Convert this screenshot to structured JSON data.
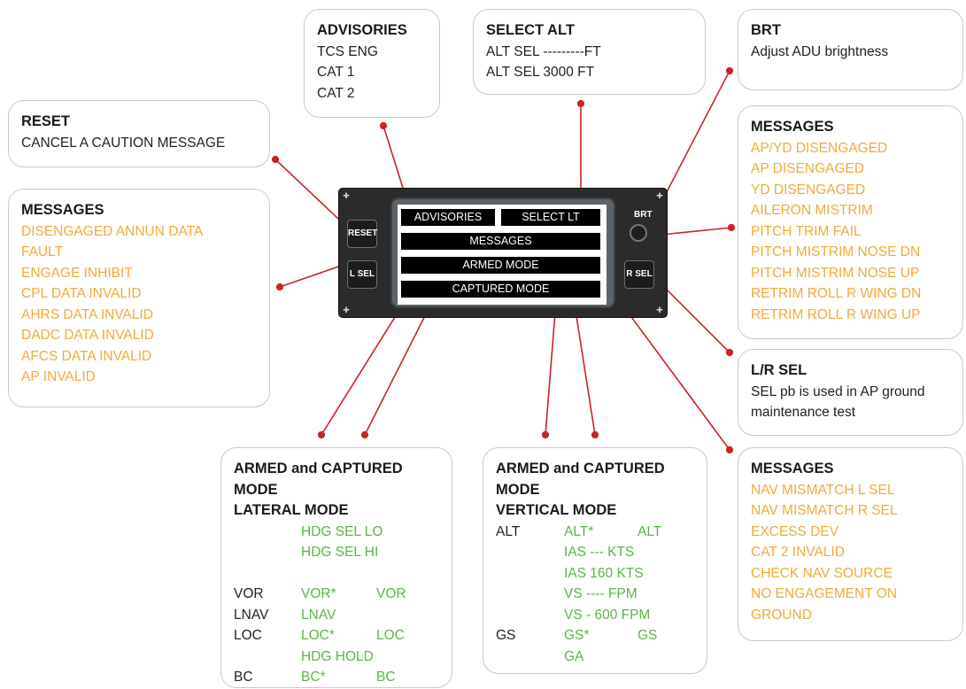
{
  "advisories": {
    "title": "ADVISORIES",
    "lines": [
      "TCS ENG",
      "CAT 1",
      "CAT 2"
    ]
  },
  "select_alt": {
    "title": "SELECT ALT",
    "lines": [
      "ALT SEL ---------FT",
      "ALT SEL 3000 FT"
    ]
  },
  "brt": {
    "title": "BRT",
    "desc": "Adjust ADU brightness"
  },
  "reset": {
    "title": "RESET",
    "desc": "CANCEL A CAUTION MESSAGE"
  },
  "messages_left": {
    "title": "MESSAGES",
    "lines": [
      "DISENGAGED ANNUN DATA",
      "FAULT",
      "ENGAGE INHIBIT",
      "CPL DATA INVALID",
      "AHRS DATA INVALID",
      "DADC DATA INVALID",
      "AFCS DATA INVALID",
      "AP INVALID"
    ]
  },
  "messages_right": {
    "title": "MESSAGES",
    "lines": [
      "AP/YD DISENGAGED",
      "AP DISENGAGED",
      "YD DISENGAGED",
      "AILERON MISTRIM",
      "PITCH TRIM FAIL",
      "PITCH MISTRIM NOSE DN",
      "PITCH MISTRIM NOSE UP",
      "RETRIM ROLL R WING DN",
      "RETRIM ROLL R WING UP"
    ]
  },
  "lr_sel": {
    "title": "L/R SEL",
    "desc1": "SEL pb is used in AP ground",
    "desc2": "maintenance test"
  },
  "messages_bottom": {
    "title": "MESSAGES",
    "lines": [
      "NAV MISMATCH L SEL",
      "NAV MISMATCH R SEL",
      "EXCESS DEV",
      "CAT 2 INVALID",
      "CHECK NAV SOURCE",
      "NO ENGAGEMENT ON",
      "GROUND"
    ]
  },
  "lateral": {
    "title1": "ARMED and CAPTURED",
    "title2": "MODE",
    "title3": "LATERAL MODE",
    "rows": [
      {
        "label": "",
        "armed": "HDG SEL LO",
        "captured": ""
      },
      {
        "label": "",
        "armed": "HDG SEL HI",
        "captured": ""
      },
      {
        "label": "",
        "armed": "",
        "captured": ""
      },
      {
        "label": "VOR",
        "armed": "VOR*",
        "captured": "VOR"
      },
      {
        "label": "LNAV",
        "armed": "LNAV",
        "captured": ""
      },
      {
        "label": "LOC",
        "armed": "LOC*",
        "captured": "LOC"
      },
      {
        "label": "",
        "armed": "HDG HOLD",
        "captured": ""
      },
      {
        "label": "BC",
        "armed": "BC*",
        "captured": "BC"
      }
    ]
  },
  "vertical": {
    "title1": "ARMED and CAPTURED",
    "title2": "MODE",
    "title3": "VERTICAL MODE",
    "rows": [
      {
        "label": "ALT",
        "armed": "ALT*",
        "captured": "ALT"
      },
      {
        "label": "",
        "armed": "IAS --- KTS",
        "captured": ""
      },
      {
        "label": "",
        "armed": "IAS 160 KTS",
        "captured": ""
      },
      {
        "label": "",
        "armed": "VS ---- FPM",
        "captured": ""
      },
      {
        "label": "",
        "armed": "VS - 600 FPM",
        "captured": ""
      },
      {
        "label": "GS",
        "armed": "GS*",
        "captured": "GS"
      },
      {
        "label": "",
        "armed": "GA",
        "captured": ""
      }
    ]
  },
  "adu": {
    "advisories": "ADVISORIES",
    "select_lt": "SELECT LT",
    "messages": "MESSAGES",
    "armed_mode": "ARMED MODE",
    "captured_mode": "CAPTURED MODE",
    "reset_pb": "RESET",
    "lsel_pb": "L SEL",
    "rsel_pb": "R SEL",
    "brt_label": "BRT"
  },
  "colors": {
    "line": "#cc2229",
    "caution": "#f3a93a",
    "mode_green": "#5cb34a"
  }
}
